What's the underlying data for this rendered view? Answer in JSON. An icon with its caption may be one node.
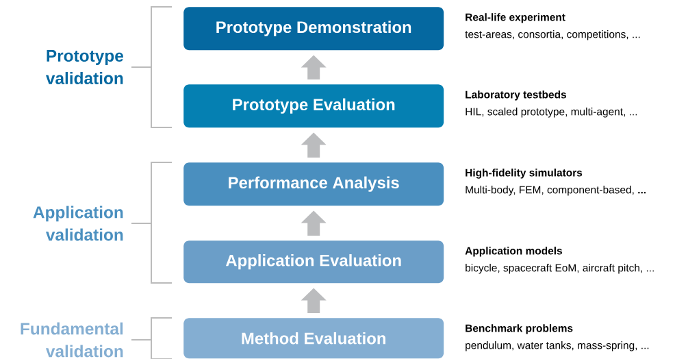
{
  "diagram": {
    "nodes": [
      {
        "text": [
          "Prototype Demonstration"
        ],
        "beside": [
          "Real-life experiment",
          "test-areas, consortia, competitions, ..."
        ]
      },
      {
        "text": [
          "Prototype Evaluation"
        ],
        "beside": [
          "Laboratory testbeds",
          "HIL, scaled prototype, multi-agent, ..."
        ]
      },
      {
        "text": [
          "Performance Analysis"
        ],
        "beside": [
          "High-fidelity simulators",
          "Multi-body, FEM, component-based, **...**"
        ]
      },
      {
        "text": [
          "Application Evaluation"
        ],
        "beside": [
          "Application models",
          "bicycle, spacecraft EoM, aircraft pitch, ..."
        ]
      },
      {
        "text": [
          "Method Evaluation"
        ],
        "beside": [
          "Benchmark problems",
          "pendulum, water tanks, mass-spring, ..."
        ]
      }
    ],
    "edges": [
      {
        "from": 1,
        "to": 0,
        "arrow": "to"
      },
      {
        "from": 2,
        "to": 1,
        "arrow": "to"
      },
      {
        "from": 3,
        "to": 2,
        "arrow": "to"
      },
      {
        "from": 4,
        "to": 3,
        "arrow": "to"
      }
    ],
    "labels": [
      "Prototype validation",
      "Application validation",
      "Fundamental validation"
    ]
  }
}
